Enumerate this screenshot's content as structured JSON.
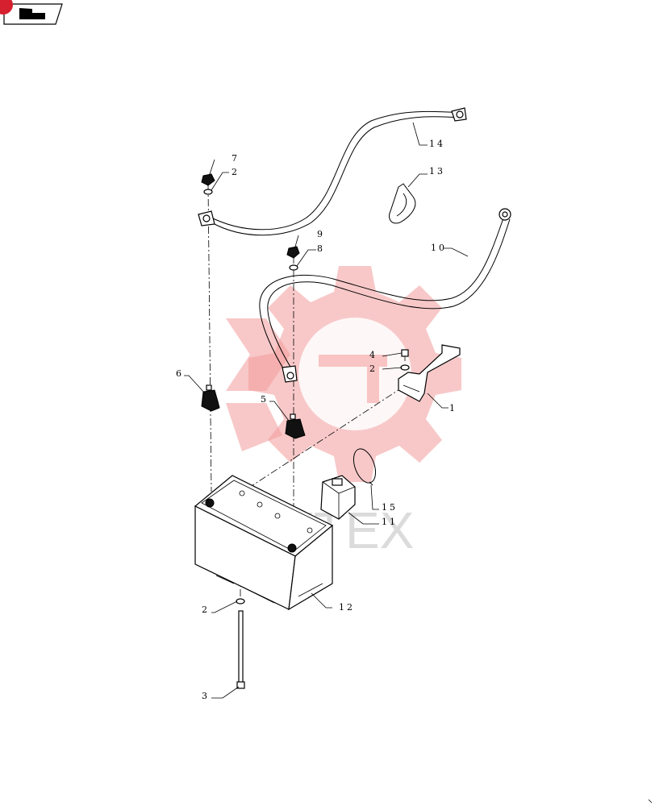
{
  "diagram": {
    "title": "",
    "watermark_color": "#f39a9a",
    "nav_icon": "return-arrow-icon",
    "callouts": [
      "14",
      "13",
      "10",
      "7",
      "2",
      "9",
      "8",
      "4",
      "2",
      "1",
      "6",
      "5",
      "15",
      "11",
      "2",
      "12",
      "3"
    ],
    "watermark_text": "HYTEX"
  }
}
